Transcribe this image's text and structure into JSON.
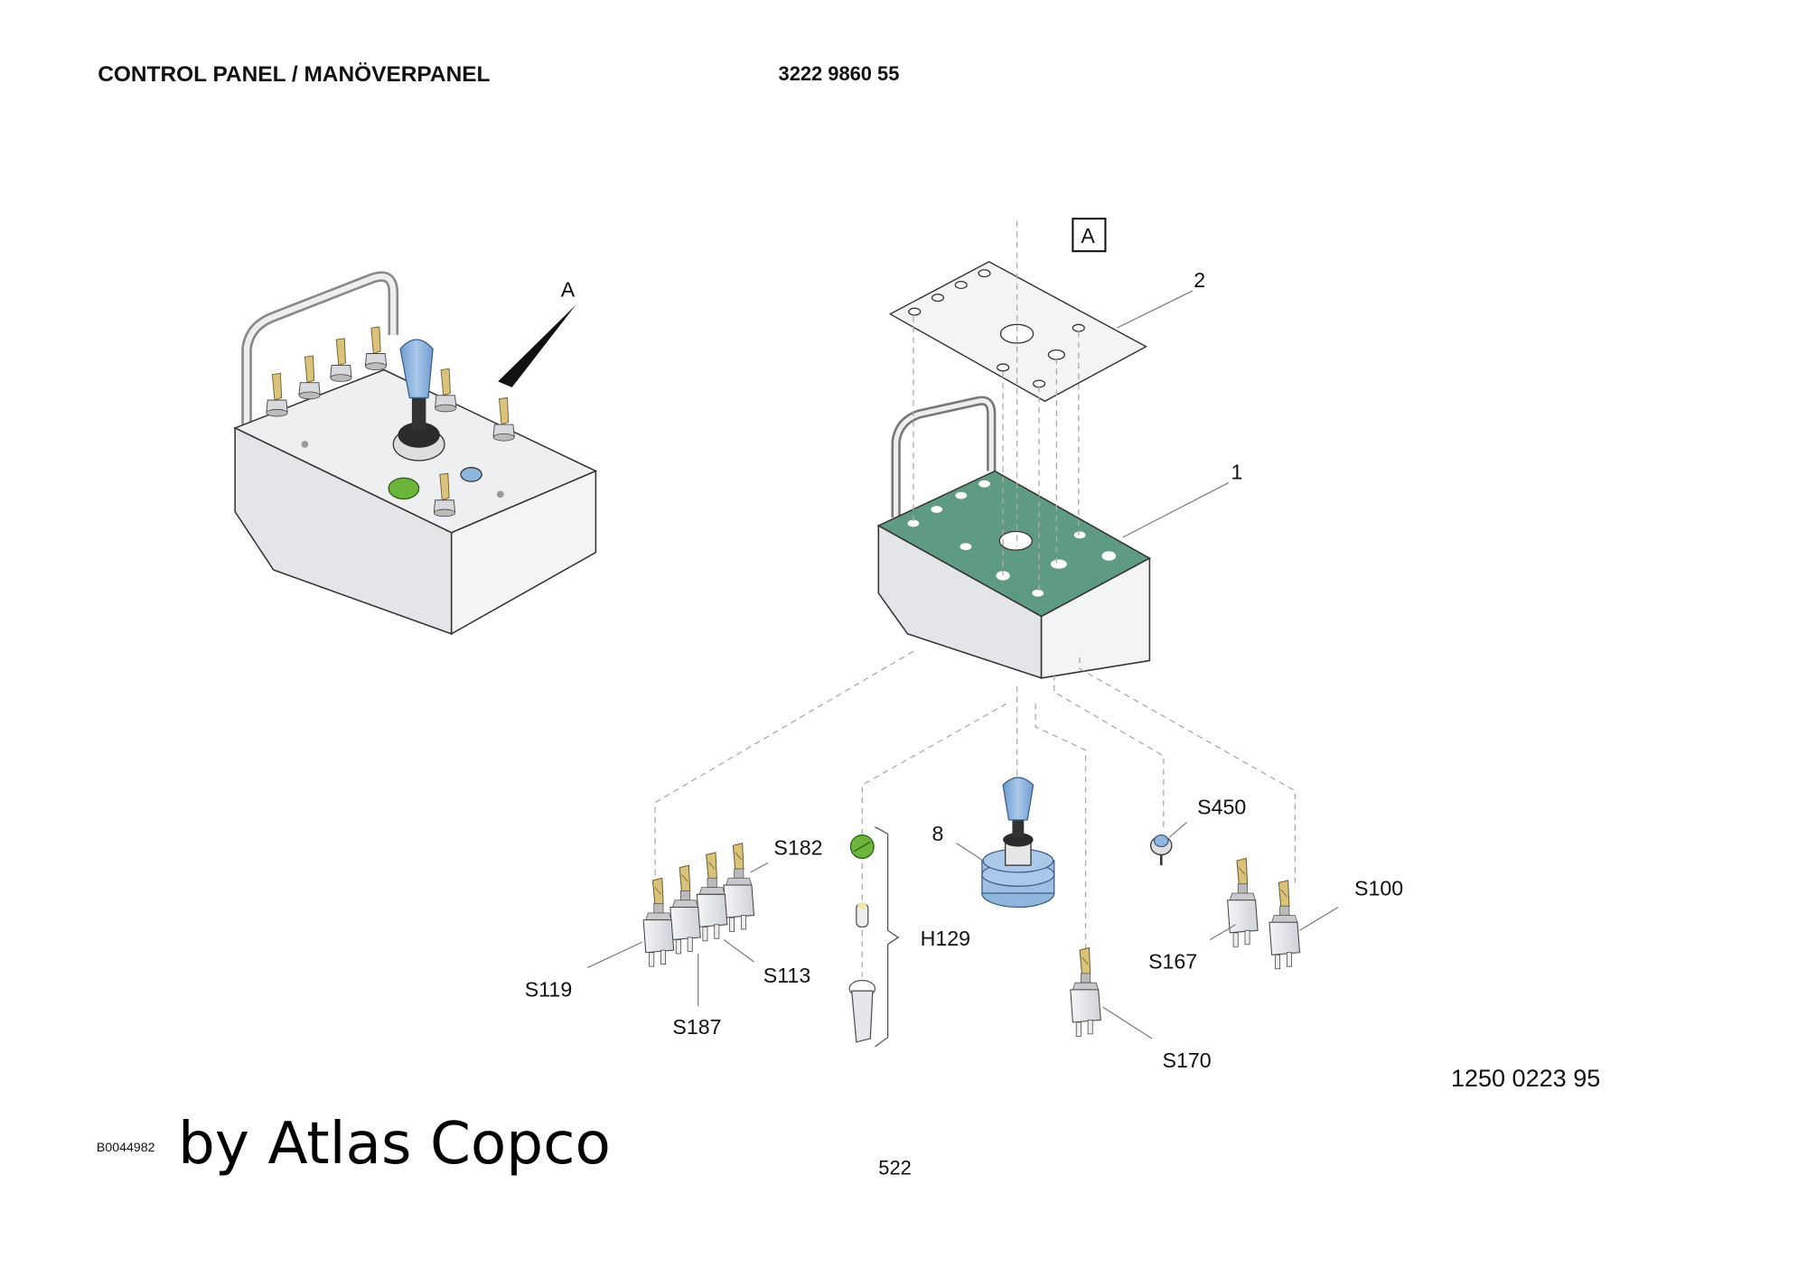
{
  "header": {
    "title": "CONTROL PANEL / MANÖVERPANEL",
    "part_number": "3222 9860 55"
  },
  "diagram": {
    "view_label": "A",
    "detail_label": "A",
    "callouts": {
      "plate": "2",
      "housing": "1",
      "joystick": "8",
      "s450": "S450",
      "s182": "S182",
      "h129": "H129",
      "s100": "S100",
      "s167": "S167",
      "s113": "S113",
      "s119": "S119",
      "s187": "S187",
      "s170": "S170"
    },
    "colors": {
      "panel_top": "#5f9a82",
      "joystick_blue": "#8fb6dd",
      "lamp_green": "#6bb53a",
      "lever_brass": "#d9c27a",
      "body_gray": "#e6e7ea"
    }
  },
  "footer": {
    "drawing_number": "1250 0223 95",
    "image_id": "B0044982",
    "brand": "by Atlas Copco",
    "page_number": "522"
  }
}
